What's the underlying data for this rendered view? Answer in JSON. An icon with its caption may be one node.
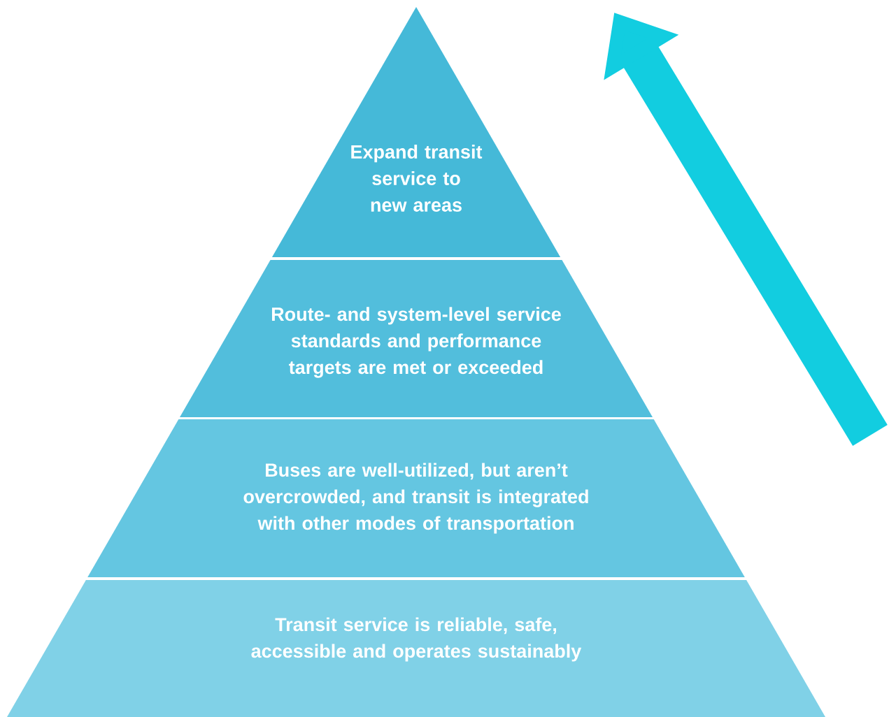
{
  "diagram": {
    "nodes": [
      {
        "text": [
          "Expand transit service to new areas"
        ]
      },
      {
        "text": [
          "Route- and system-level service standards and performance targets are met or exceeded"
        ]
      },
      {
        "text": [
          "Buses are well-utilized, but aren’t overcrowded, and transit is integrated with other modes of transportation"
        ]
      },
      {
        "text": [
          "Transit service is reliable, safe, accessible and operates sustainably"
        ]
      }
    ]
  }
}
